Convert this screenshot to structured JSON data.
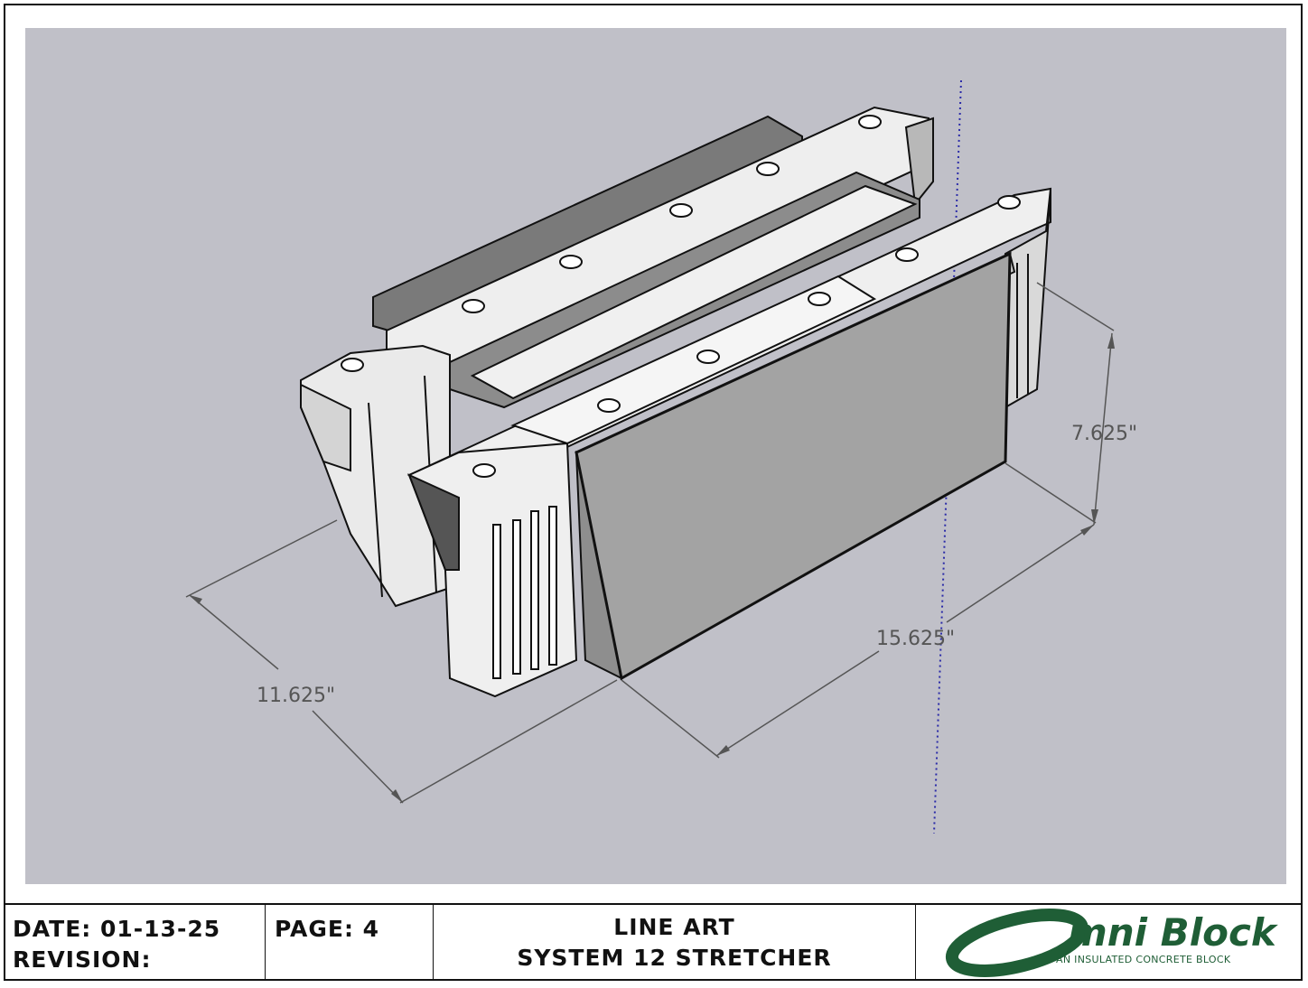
{
  "drawing": {
    "dimensions": {
      "height": "7.625\"",
      "length": "15.625\"",
      "width": "11.625\""
    }
  },
  "titleblock": {
    "date_label": "DATE: 01-13-25",
    "revision_label": "REVISION:",
    "page_label": "PAGE: 4",
    "title_line1": "LINE ART",
    "title_line2": "SYSTEM 12 STRETCHER",
    "logo_name": "mni Block",
    "logo_tagline": "AN INSULATED CONCRETE BLOCK"
  },
  "colors": {
    "viewport_bg": "#c0c0c8",
    "brand_green": "#1f5e36",
    "axis_blue": "#2a2aa8"
  }
}
